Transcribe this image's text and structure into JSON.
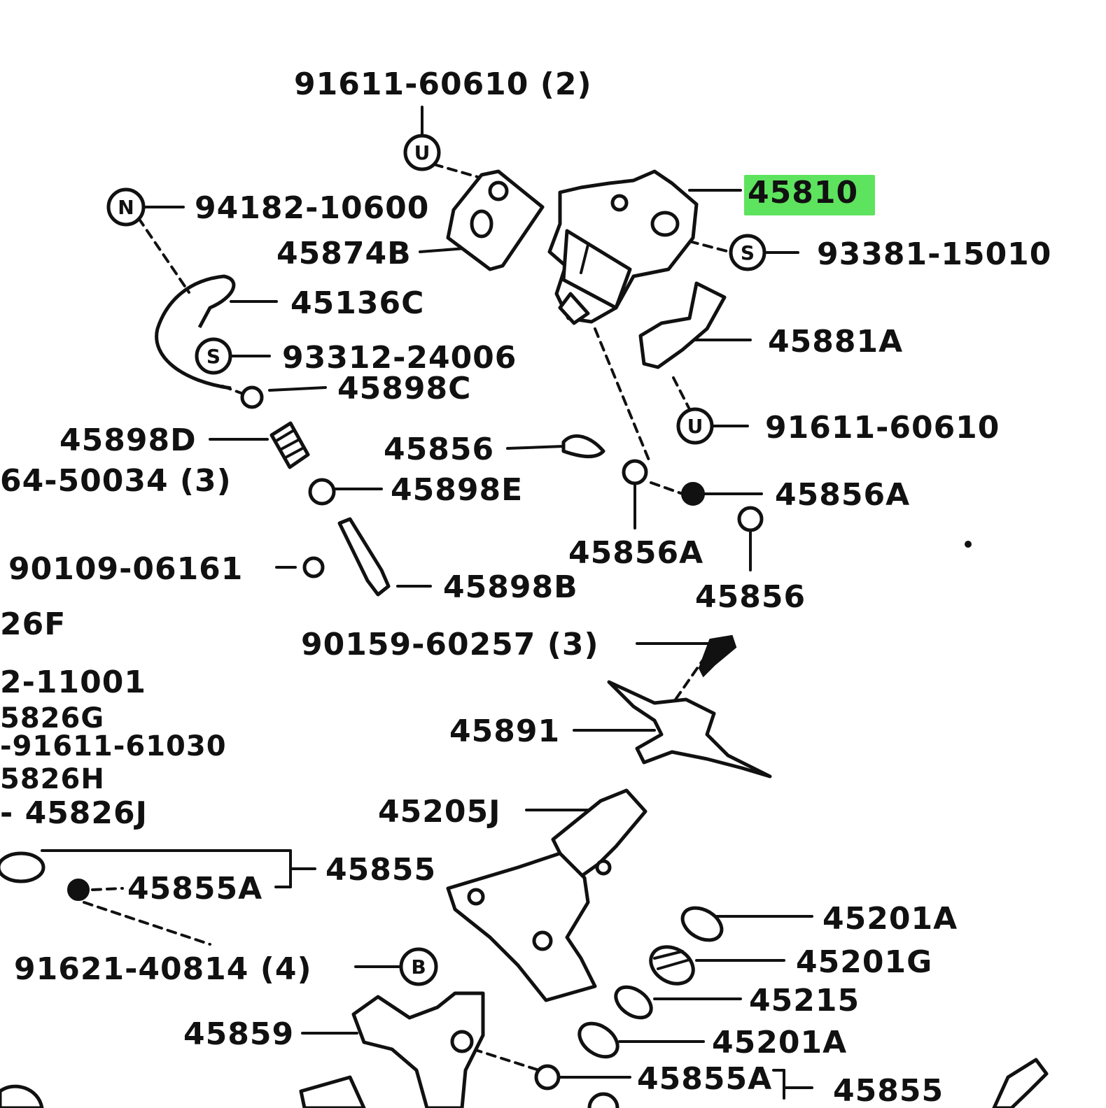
{
  "colors": {
    "highlight": "#5ee35e",
    "ink": "#111111",
    "background": "#ffffff"
  },
  "highlighted_part": "45810",
  "labels": {
    "p91611_60610_2": "91611-60610 (2)",
    "p45810": "45810",
    "p94182_10600": "94182-10600",
    "p45874B": "45874B",
    "p93381_15010": "93381-15010",
    "p45136C": "45136C",
    "p93312_24006": "93312-24006",
    "p45881A": "45881A",
    "p45898C": "45898C",
    "p91611_60610": "91611-60610",
    "p45898D": "45898D",
    "p45856_top": "45856",
    "p64_50034_3": "64-50034 (3)",
    "p45898E": "45898E",
    "p45856A_right": "45856A",
    "p45856A_mid": "45856A",
    "p90109_06161": "90109-06161",
    "p45898B": "45898B",
    "p45856_right": "45856",
    "p26F": "26F",
    "p90159_60257_3": "90159-60257 (3)",
    "p2_11001": "2-11001",
    "p5826G": "5826G",
    "p45891": "45891",
    "p91611_61030": "-91611-61030",
    "p5826H": "5826H",
    "p45826J": "- 45826J",
    "p45205J": "45205J",
    "p45855_a": "45855",
    "p45855A_a": "45855A",
    "p45201A_a": "45201A",
    "p91621_40814_4": "91621-40814 (4)",
    "p45201G": "45201G",
    "p45215": "45215",
    "p45859": "45859",
    "p45201A_b": "45201A",
    "p45855A_b": "45855A",
    "p45855_b": "45855"
  },
  "badges": {
    "u_top": "U",
    "n_left": "N",
    "s_right": "S",
    "s_left": "S",
    "u_right": "U",
    "b_bottom": "B"
  }
}
